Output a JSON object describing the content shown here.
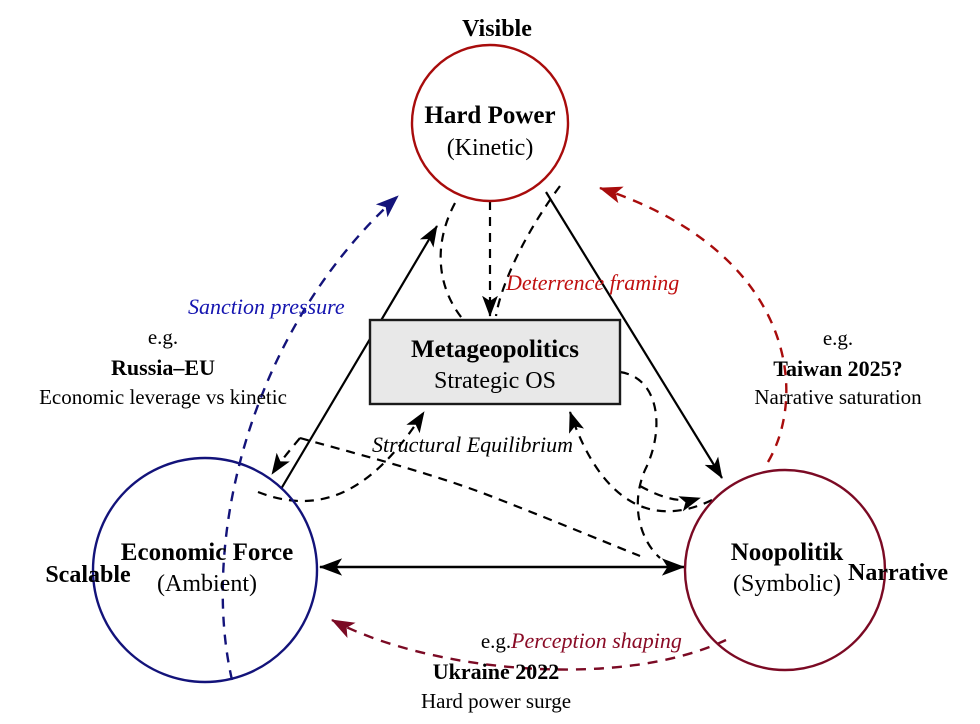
{
  "diagram": {
    "title_hidden": "",
    "colors": {
      "hard_power_circle": "#a80c0c",
      "economic_circle": "#13137a",
      "noopolitik_circle": "#7b0a24",
      "box_fill": "#e8e8e8",
      "box_stroke": "#1a1a1a",
      "solid_edge": "#000000",
      "dashed_internal": "#000000",
      "sanction_arrow": "#13137a",
      "deterrence_arrow": "#a80c0c",
      "perception_arrow": "#7b0a24",
      "sanction_text": "#1515b0",
      "deterrence_text": "#c01010",
      "perception_text": "#8a0b26"
    },
    "nodes": [
      {
        "id": "hard-power",
        "title": "Hard Power",
        "subtitle": "(Kinetic)",
        "outer_label": "Visible"
      },
      {
        "id": "economic-force",
        "title": "Economic Force",
        "subtitle": "(Ambient)",
        "outer_label": "Scalable"
      },
      {
        "id": "noopolitik",
        "title": "Noopolitik",
        "subtitle": "(Symbolic)",
        "outer_label": "Narrative"
      }
    ],
    "center_box": {
      "title": "Metageopolitics",
      "subtitle": "Strategic OS"
    },
    "edge_labels": {
      "sanction_pressure": "Sanction pressure",
      "deterrence_framing": "Deterrence framing",
      "perception_shaping": "Perception shaping",
      "structural_equilibrium": "Structural Equilibrium"
    },
    "examples": [
      {
        "id": "russia-eu",
        "prefix": "e.g.",
        "name": "Russia–EU",
        "description": "Economic leverage vs kinetic"
      },
      {
        "id": "taiwan-2025",
        "prefix": "e.g.",
        "name": "Taiwan 2025?",
        "description": "Narrative saturation"
      },
      {
        "id": "ukraine-2022",
        "prefix": "e.g.",
        "name": "Ukraine 2022",
        "description": "Hard power surge"
      }
    ]
  }
}
